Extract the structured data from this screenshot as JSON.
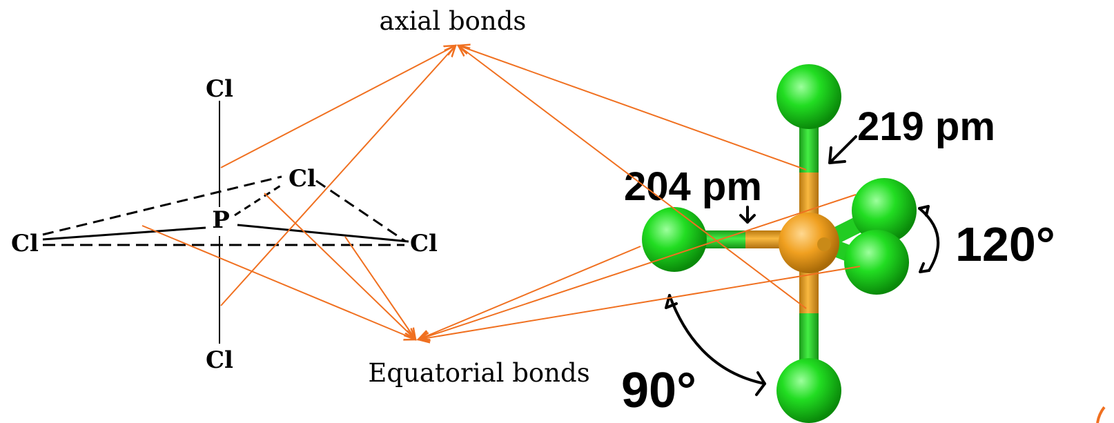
{
  "labels": {
    "axial": "axial bonds",
    "equatorial": "Equatorial bonds"
  },
  "left_structure": {
    "center_atom": "P",
    "ligand_atom": "Cl"
  },
  "right_model": {
    "axial_length": "219 pm",
    "equatorial_length": "204 pm",
    "equatorial_angle": "120°",
    "axial_equatorial_angle": "90°"
  },
  "colors": {
    "pointer_lines": "#f07020",
    "chlorine": "#22dd22",
    "phosphorus": "#f0a020",
    "ink": "#000000"
  }
}
